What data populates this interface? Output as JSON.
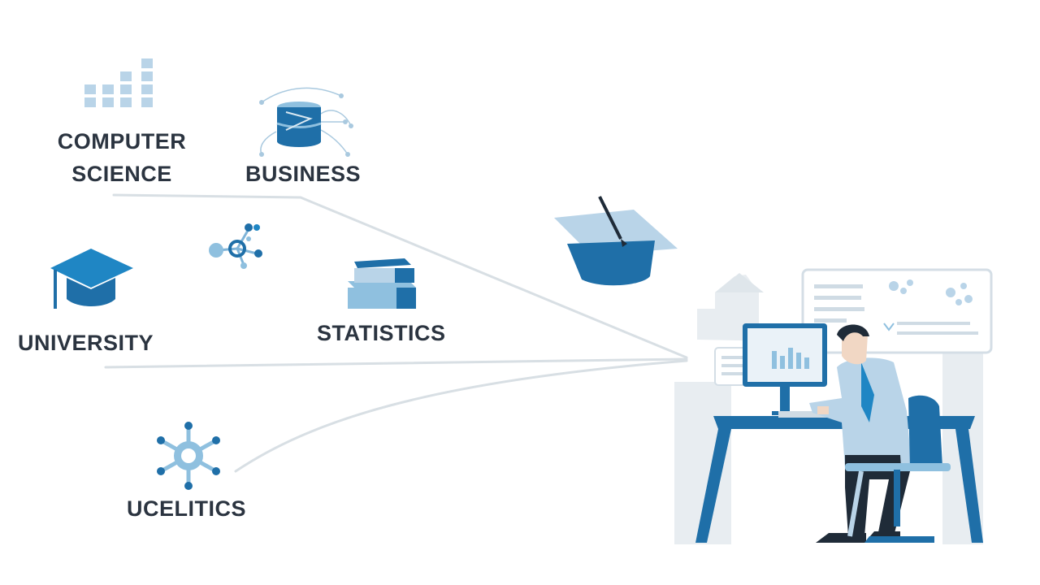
{
  "labels": {
    "computer_science": "COMPUTER\nSCIENCE",
    "business": "BUSINESS",
    "university": "UNIVERSITY",
    "statistics": "STATISTICS",
    "ucelitics": "UCELITICS"
  },
  "icons": {
    "computer_science": "bar-blocks-icon",
    "business": "database-network-icon",
    "university": "graduation-cap-icon",
    "network": "molecule-network-icon",
    "statistics": "books-icon",
    "ucelitics": "gear-network-icon",
    "center": "graduation-cap-icon",
    "person": "person-at-desk-illustration"
  },
  "colors": {
    "primary": "#1f6fa8",
    "primary_light": "#8fc0df",
    "pale": "#dbe9f2",
    "text": "#2b3440",
    "lines": "#d8dfe4",
    "dark_hair": "#1f2b38"
  }
}
